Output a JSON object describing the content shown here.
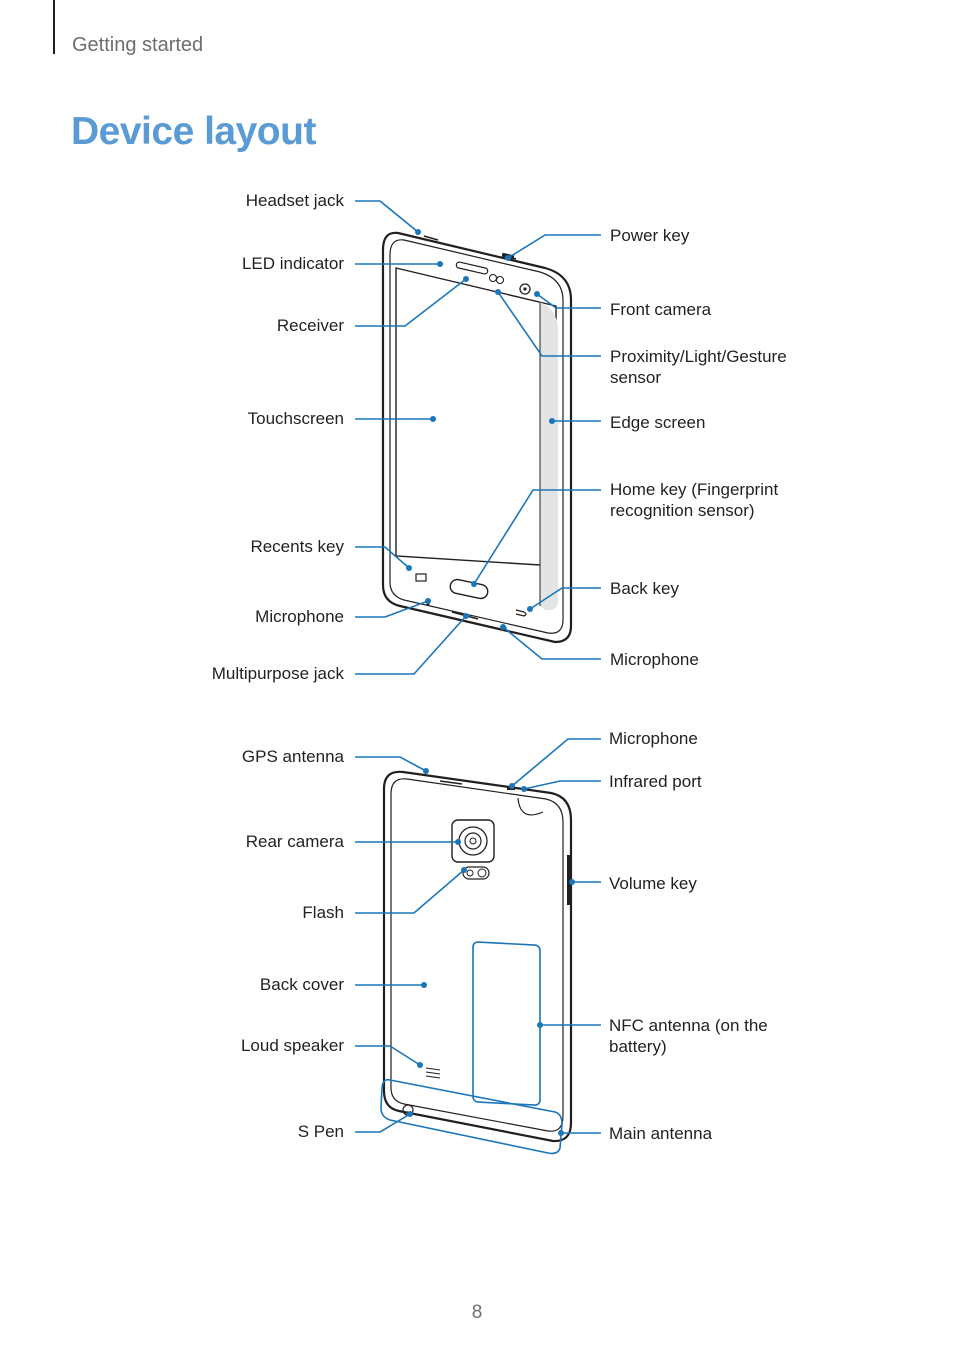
{
  "header": {
    "section": "Getting started",
    "title": "Device layout"
  },
  "front_labels": {
    "headset_jack": "Headset jack",
    "led_indicator": "LED indicator",
    "receiver": "Receiver",
    "touchscreen": "Touchscreen",
    "recents_key": "Recents key",
    "microphone_bottom_left": "Microphone",
    "multipurpose_jack": "Multipurpose jack",
    "power_key": "Power key",
    "front_camera": "Front camera",
    "proximity_sensor": [
      "Proximity/Light/Gesture",
      "sensor"
    ],
    "edge_screen": "Edge screen",
    "home_key": [
      "Home key (Fingerprint",
      "recognition sensor)"
    ],
    "back_key": "Back key",
    "microphone_bottom_right": "Microphone"
  },
  "back_labels": {
    "gps_antenna": "GPS antenna",
    "rear_camera": "Rear camera",
    "flash": "Flash",
    "back_cover": "Back cover",
    "loud_speaker": "Loud speaker",
    "s_pen": "S Pen",
    "microphone_top": "Microphone",
    "infrared_port": "Infrared port",
    "volume_key": "Volume key",
    "nfc_antenna": [
      "NFC antenna (on the",
      "battery)"
    ],
    "main_antenna": "Main antenna"
  },
  "page_number": "8"
}
